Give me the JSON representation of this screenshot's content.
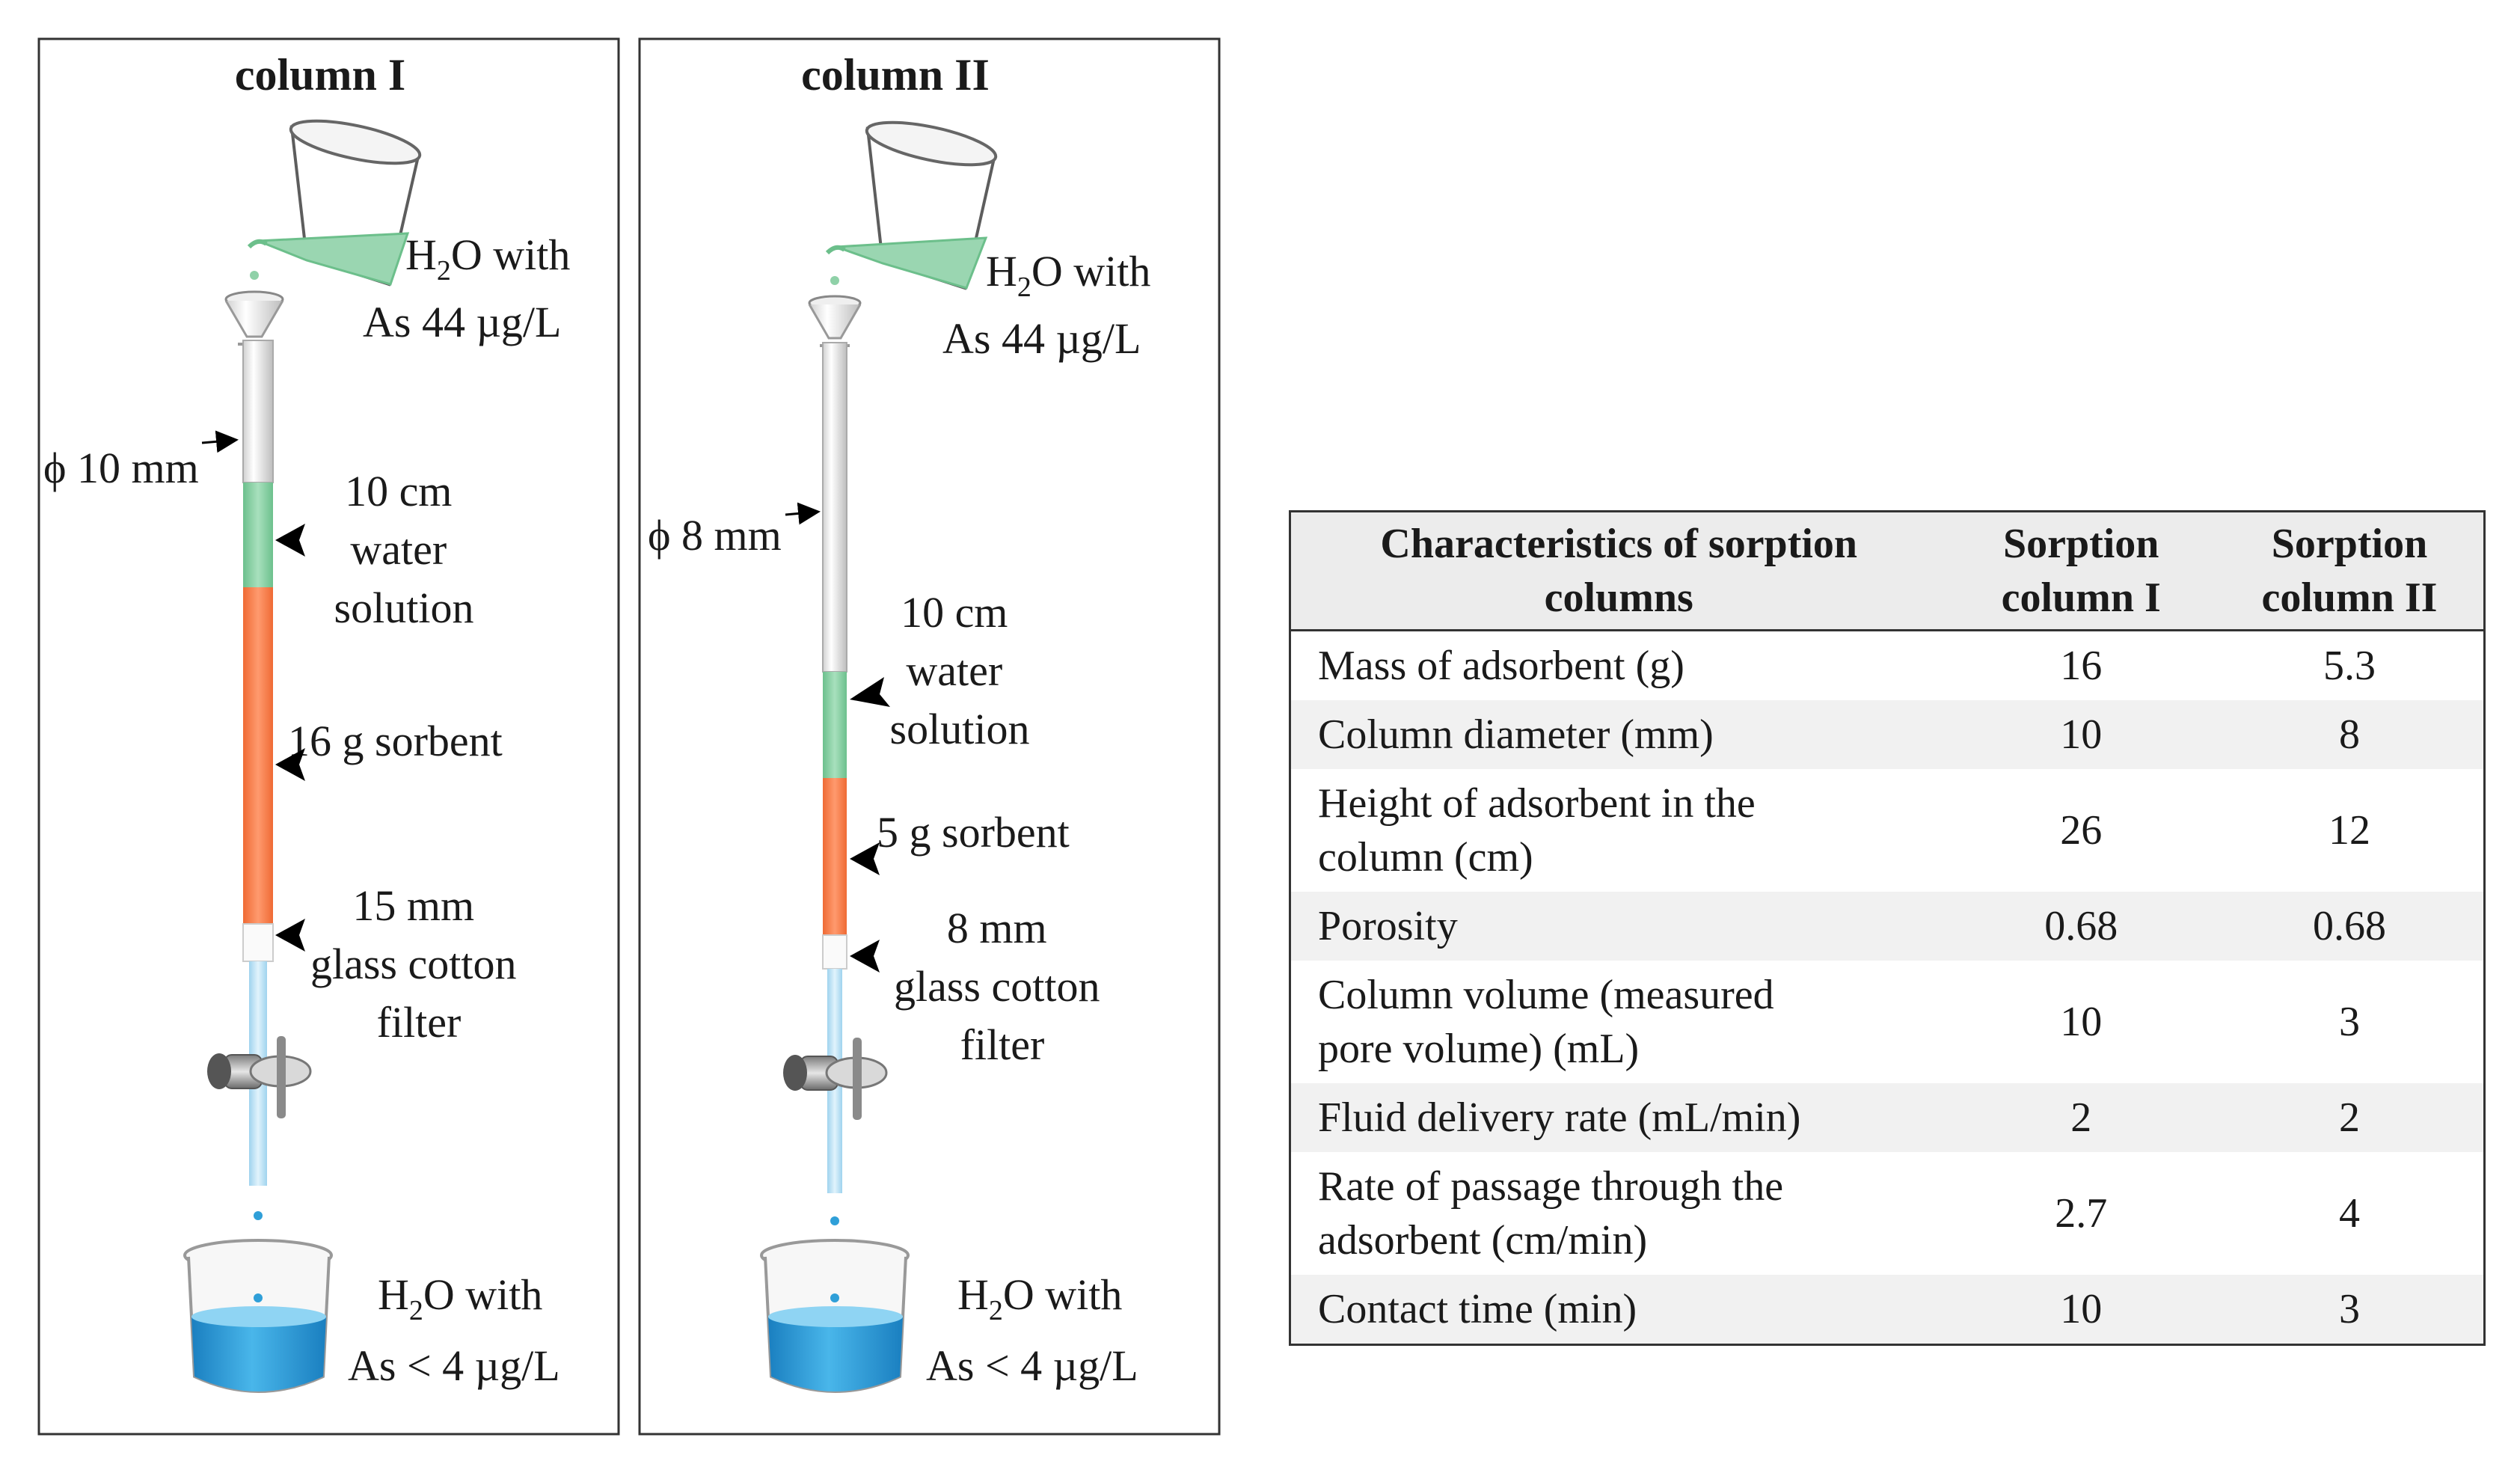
{
  "column1": {
    "title": "column I",
    "inflow_line1_pre": "H",
    "inflow_line1_sub": "2",
    "inflow_line1_post": "O with",
    "inflow_line2": "As 44 µg/L",
    "diameter": "ϕ 10 mm",
    "water_label": [
      "10 cm",
      "water",
      "solution"
    ],
    "sorbent_label": "16 g sorbent",
    "filter_label": [
      "15 mm",
      "glass cotton",
      "filter"
    ],
    "outflow_line1_pre": "H",
    "outflow_line1_sub": "2",
    "outflow_line1_post": "O with",
    "outflow_line2": "As < 4 µg/L"
  },
  "column2": {
    "title": "column II",
    "inflow_line1_pre": "H",
    "inflow_line1_sub": "2",
    "inflow_line1_post": "O with",
    "inflow_line2": "As 44 µg/L",
    "diameter": "ϕ 8 mm",
    "water_label": [
      "10 cm",
      "water",
      "solution"
    ],
    "sorbent_label": "5 g sorbent",
    "filter_label": [
      "8 mm",
      "glass cotton",
      "filter"
    ],
    "outflow_line1_pre": "H",
    "outflow_line1_sub": "2",
    "outflow_line1_post": "O with",
    "outflow_line2": "As < 4 µg/L"
  },
  "colors": {
    "water_green": "#8fd1a8",
    "sorbent_orange": "#f47c4a",
    "filtrate_blue": "#bfe3f5",
    "beaker_water": "#2f9fd8"
  },
  "table": {
    "headers": [
      [
        "Characteristics of sorption",
        "columns"
      ],
      [
        "Sorption",
        "column I"
      ],
      [
        "Sorption",
        "column II"
      ]
    ],
    "rows": [
      {
        "label": [
          "Mass of adsorbent (g)"
        ],
        "col1": "16",
        "col2": "5.3"
      },
      {
        "label": [
          "Column diameter (mm)"
        ],
        "col1": "10",
        "col2": "8"
      },
      {
        "label": [
          "Height of adsorbent in the",
          "column (cm)"
        ],
        "col1": "26",
        "col2": "12"
      },
      {
        "label": [
          "Porosity"
        ],
        "col1": "0.68",
        "col2": "0.68"
      },
      {
        "label": [
          "Column volume (measured",
          "pore volume) (mL)"
        ],
        "col1": "10",
        "col2": "3"
      },
      {
        "label": [
          "Fluid delivery rate (mL/min)"
        ],
        "col1": "2",
        "col2": "2"
      },
      {
        "label": [
          "Rate of passage through the",
          "adsorbent (cm/min)"
        ],
        "col1": "2.7",
        "col2": "4"
      },
      {
        "label": [
          "Contact time (min)"
        ],
        "col1": "10",
        "col2": "3"
      }
    ]
  }
}
